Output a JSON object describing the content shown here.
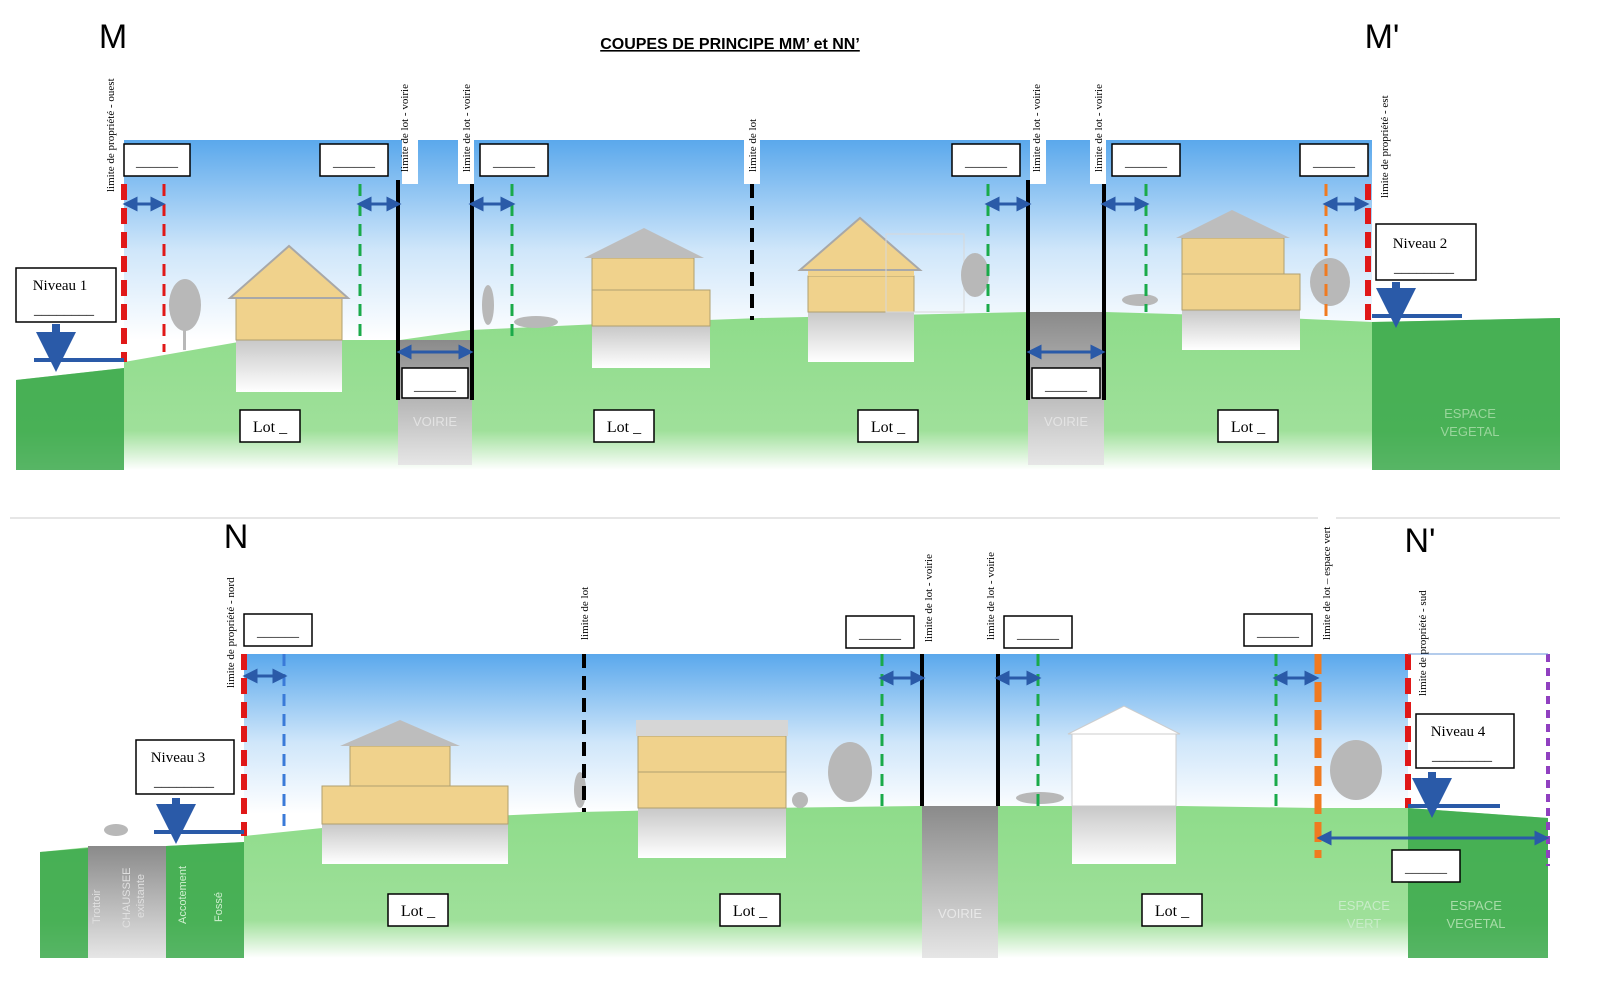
{
  "title": "COUPES DE PRINCIPE MM’ et NN’",
  "section_top": {
    "start_letter": "M",
    "end_letter": "M'",
    "vertical_labels": [
      "limite de propriété - ouest",
      "limite de lot - voirie",
      "limite de lot - voirie",
      "limite de lot",
      "limite de lot - voirie",
      "limite de lot - voirie",
      "limite de propriété - est"
    ],
    "levels": [
      {
        "label": "Niveau 1",
        "blank": "________"
      },
      {
        "label": "Niveau 2",
        "blank": "________"
      }
    ],
    "lot_labels": [
      "Lot _",
      "Lot _",
      "Lot _",
      "Lot _"
    ],
    "ground_labels": [
      "VOIRIE",
      "VOIRIE",
      "ESPACE",
      "VEGETAL"
    ],
    "blank": "______"
  },
  "section_bottom": {
    "start_letter": "N",
    "end_letter": "N'",
    "vertical_labels": [
      "limite de propriété - nord",
      "limite de lot",
      "limite de lot - voirie",
      "limite de lot - voirie",
      "limite de lot – espace vert",
      "limite de propriété - sud"
    ],
    "levels": [
      {
        "label": "Niveau 3",
        "blank": "________"
      },
      {
        "label": "Niveau 4",
        "blank": "________"
      }
    ],
    "lot_labels": [
      "Lot _",
      "Lot _",
      "Lot _"
    ],
    "ground_labels": [
      "VOIRIE",
      "ESPACE",
      "VERT",
      "ESPACE",
      "VEGETAL",
      "Trottoir",
      "CHAUSSEE",
      "existante",
      "Accotement",
      "Fossé"
    ],
    "blank": "______"
  },
  "colors": {
    "sky": "#5aa8ec",
    "grass": "#8ed88e",
    "grass_dark": "#3aa84a",
    "house": "#f0d28c",
    "road": "#9a9a9a",
    "property_limit": "#e01818",
    "setback_green": "#1aaa4a",
    "arrow_blue": "#2a5aa8",
    "orange": "#f07a20",
    "purple": "#9040c0"
  }
}
